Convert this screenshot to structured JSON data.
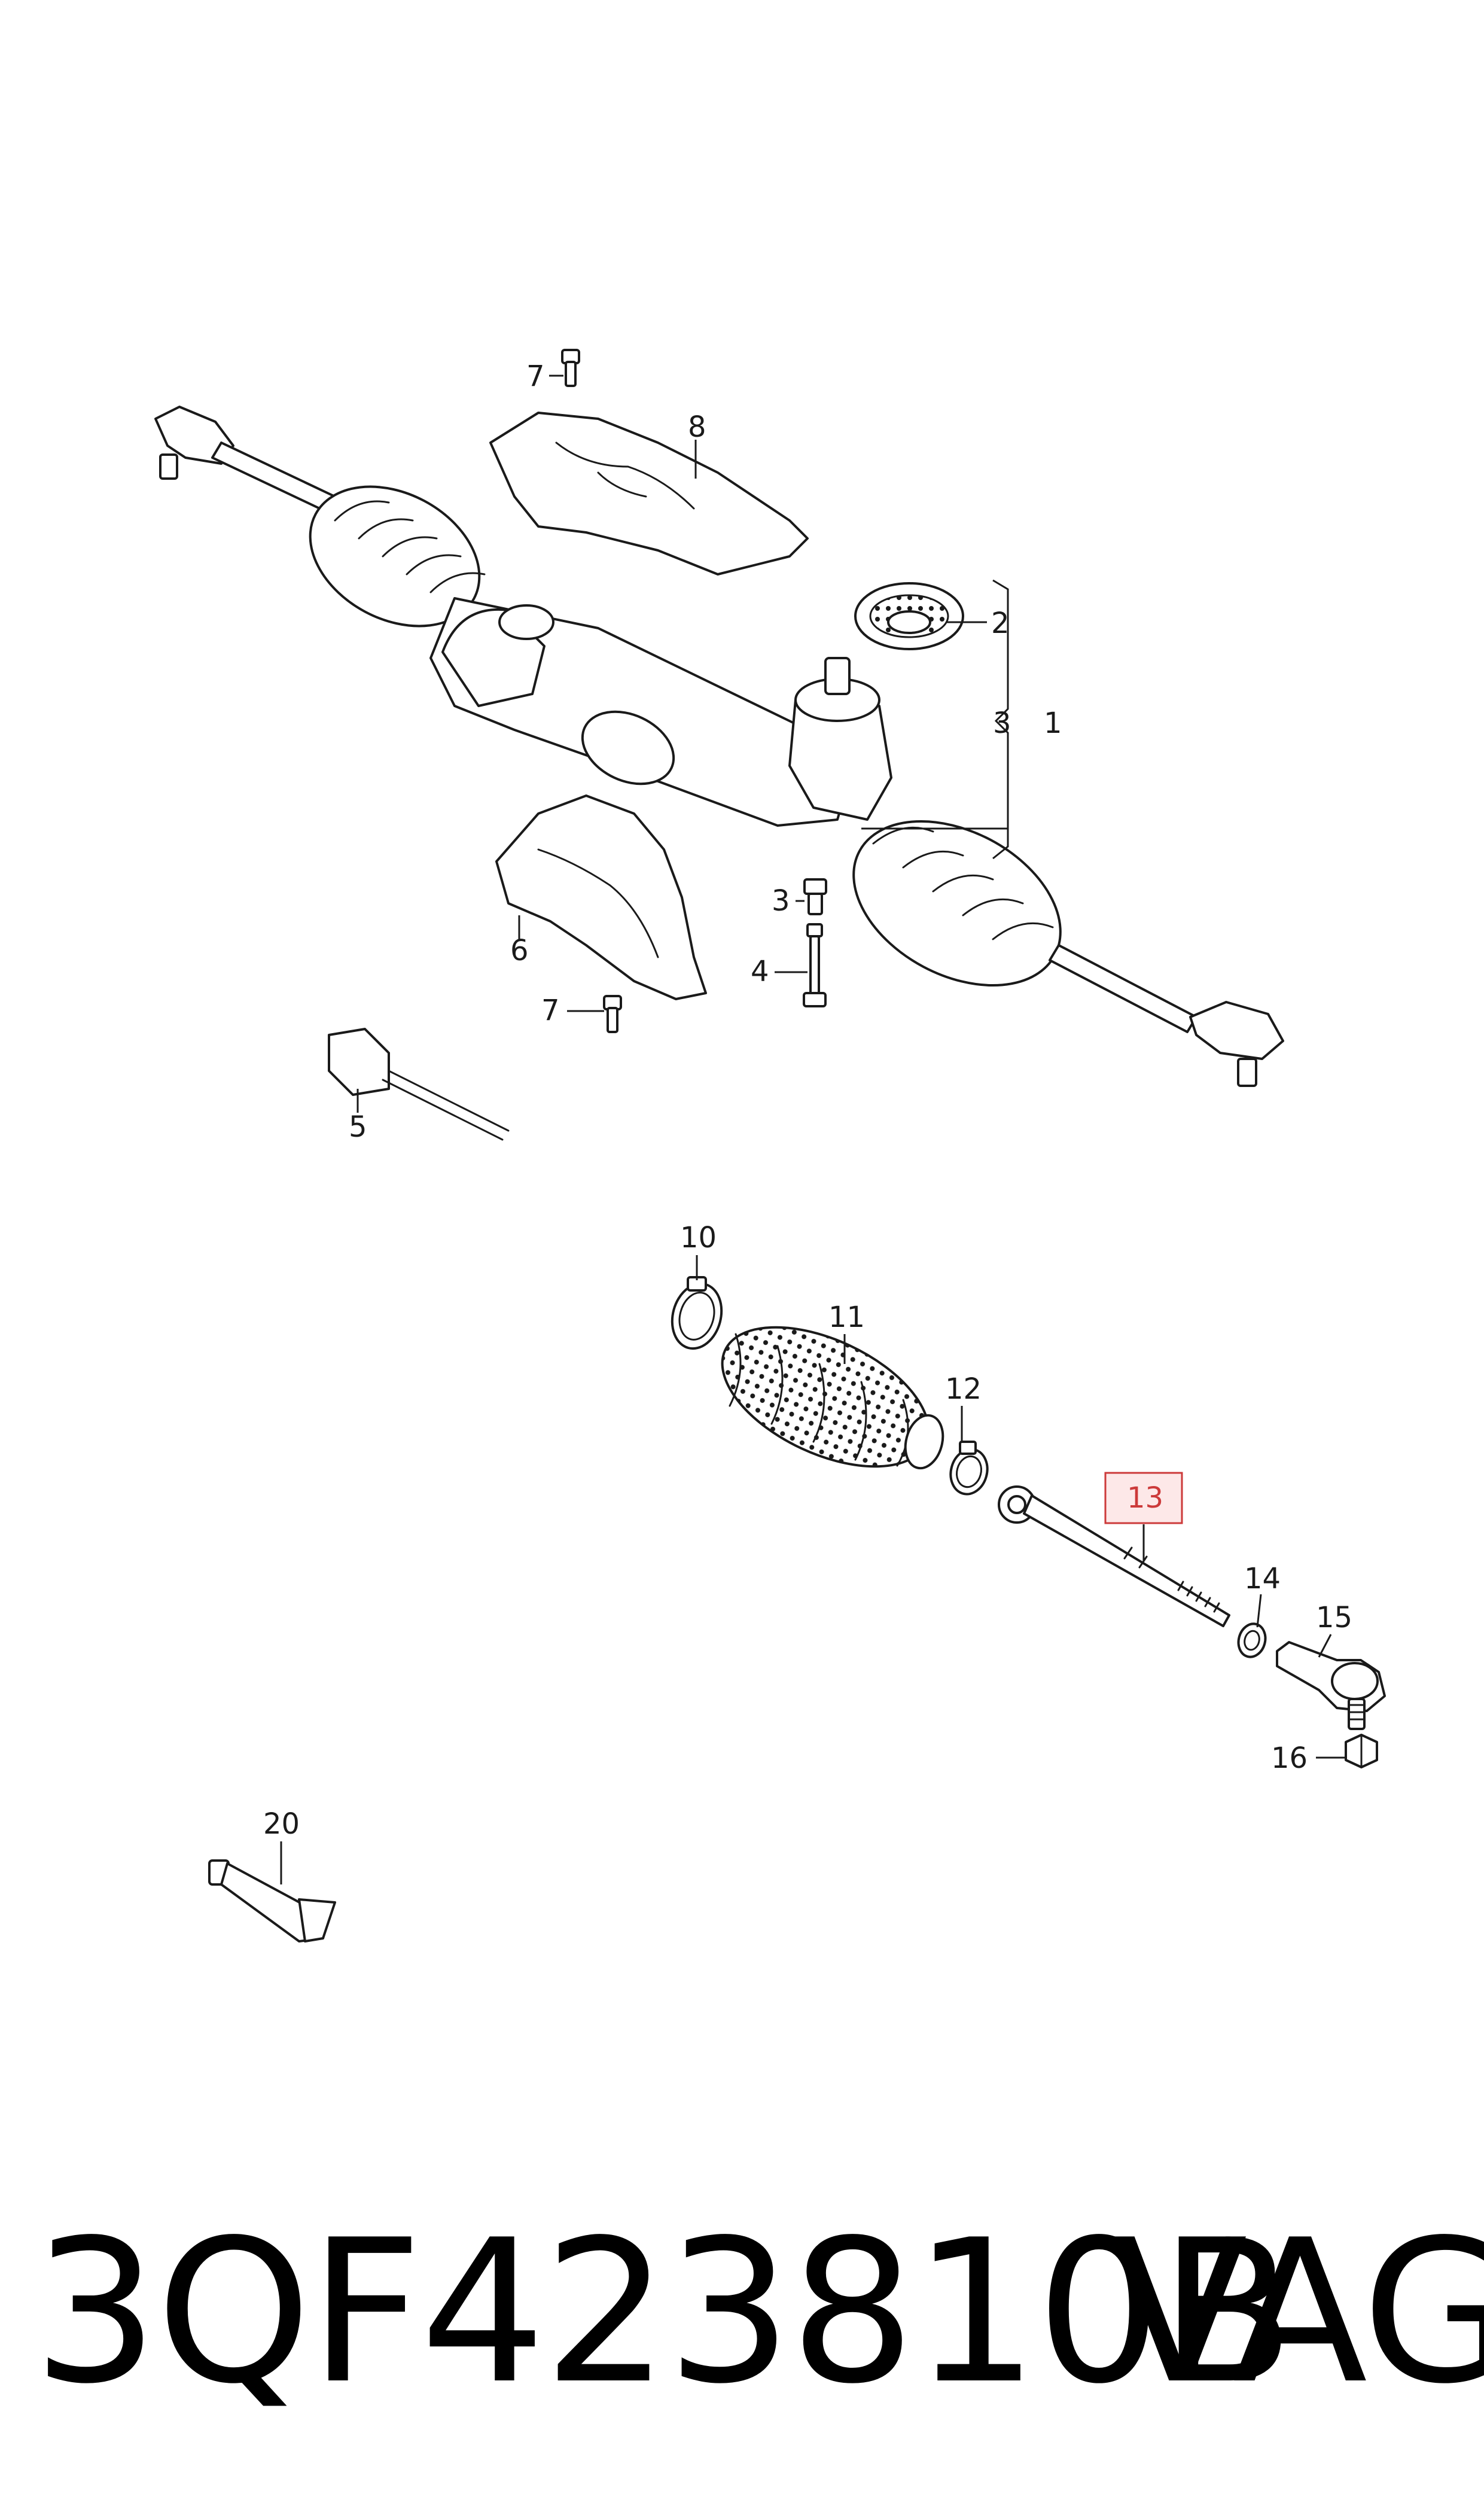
{
  "callouts": {
    "c1": "1",
    "c2": "2",
    "c3a": "3",
    "c3b": "3",
    "c4": "4",
    "c5": "5",
    "c6": "6",
    "c7a": "7",
    "c7b": "7",
    "c8": "8",
    "c10": "10",
    "c11": "11",
    "c12": "12",
    "c13": "13",
    "c14": "14",
    "c15": "15",
    "c16": "16",
    "c20": "20"
  },
  "highlight": {
    "callout": "13",
    "color": "#cc3a3a",
    "fill": "#fde8e8"
  },
  "footer": {
    "part_number": "3QF423810B",
    "brand": "VAG"
  }
}
